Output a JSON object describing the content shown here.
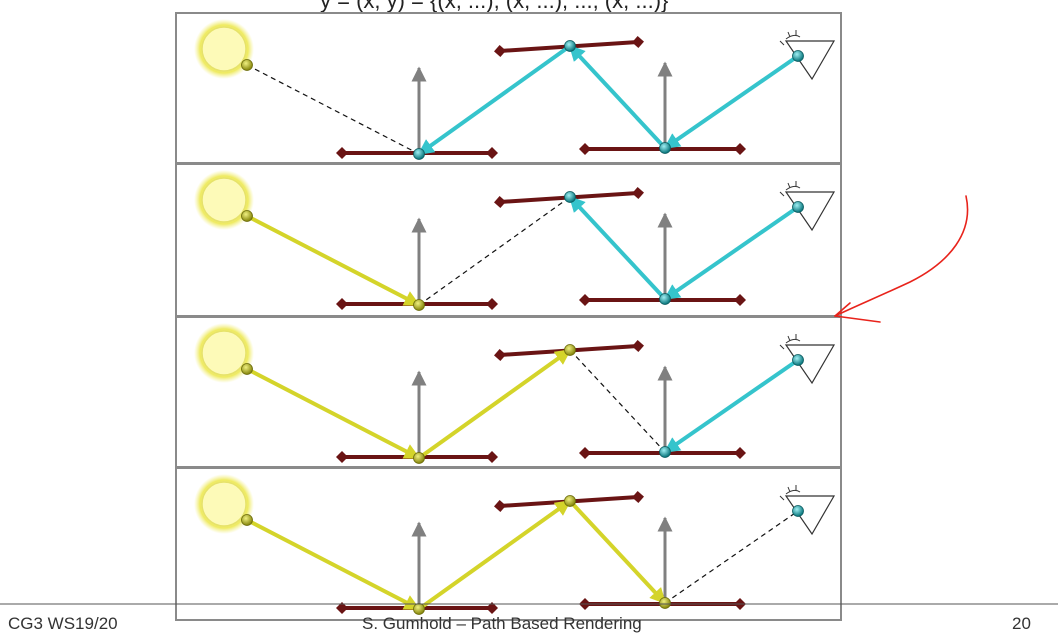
{
  "header": {
    "formula_fragment": "y = (x, y) = {(x, ...), (x, ...), ..., (x, ...)}"
  },
  "footer": {
    "course": "CG3 WS19/20",
    "author_title": "S. Gumhold – Path Based Rendering",
    "page_number": "20"
  },
  "colors": {
    "light_path": "#d4d42a",
    "eye_path": "#35c4cc",
    "surface": "#6a1414",
    "normal": "#808080",
    "frame": "#8a8a8a",
    "annotation": "#e8231b"
  },
  "icons": {
    "light": "light-source-icon",
    "eye": "eye-icon"
  },
  "panels": [
    {
      "light_segments": 0,
      "connection": "light-to-surface-1"
    },
    {
      "light_segments": 1,
      "connection": "surface-1-to-surface-2"
    },
    {
      "light_segments": 2,
      "connection": "surface-2-to-surface-3"
    },
    {
      "light_segments": 3,
      "connection": "surface-3-to-eye"
    }
  ]
}
